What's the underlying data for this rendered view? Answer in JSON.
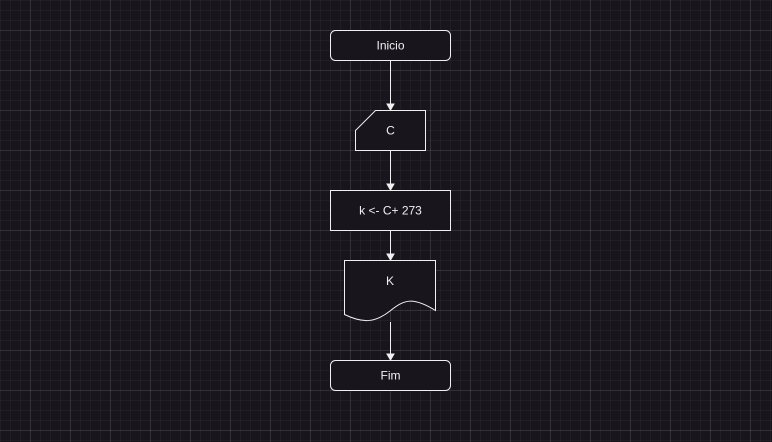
{
  "diagram": {
    "type": "flowchart",
    "colors": {
      "background": "#18161c",
      "stroke": "#f0f0f0",
      "text": "#f0f0f0"
    },
    "nodes": {
      "start": {
        "shape": "terminator",
        "label": "Inicio"
      },
      "input": {
        "shape": "manual-input",
        "label": "C"
      },
      "process": {
        "shape": "process",
        "label": "k <- C+ 273"
      },
      "output": {
        "shape": "document",
        "label": "K"
      },
      "end": {
        "shape": "terminator",
        "label": "Fim"
      }
    },
    "edges": [
      {
        "from": "start",
        "to": "input"
      },
      {
        "from": "input",
        "to": "process"
      },
      {
        "from": "process",
        "to": "output"
      },
      {
        "from": "output",
        "to": "end"
      }
    ]
  }
}
